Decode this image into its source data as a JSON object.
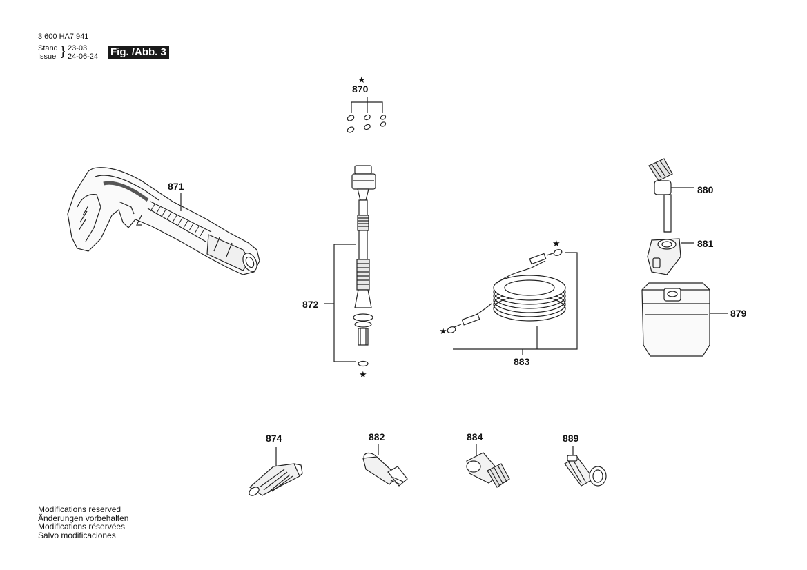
{
  "header": {
    "doc_number": "3 600 HA7 941",
    "stand_label": "Stand",
    "issue_label": "Issue",
    "stand_date": "23-03",
    "issue_date": "24-06-24",
    "figure_label": "Fig. /Abb. 3"
  },
  "callouts": {
    "p870": "870",
    "p871": "871",
    "p872": "872",
    "p874": "874",
    "p879": "879",
    "p880": "880",
    "p881": "881",
    "p882": "882",
    "p883": "883",
    "p884": "884",
    "p889": "889"
  },
  "star_symbol": "★",
  "footer": {
    "lines": [
      "Modifications reserved",
      "Änderungen vorbehalten",
      "Modifications réservées",
      "Salvo modificaciones"
    ]
  }
}
